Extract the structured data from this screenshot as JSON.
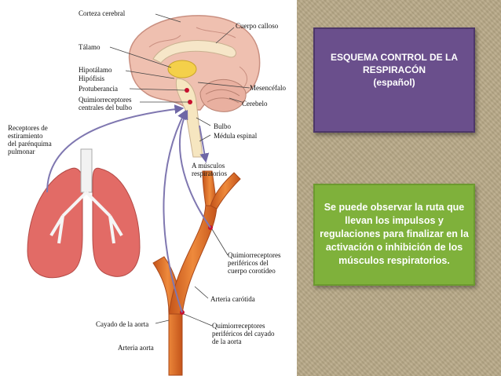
{
  "title_box": {
    "line1": "ESQUEMA CONTROL DE LA",
    "line2": "RESPIRACÓN",
    "line3": "(español)"
  },
  "description_box": {
    "text": "Se puede observar la ruta que llevan los impulsos y regulaciones para finalizar en la activación o inhibición de los músculos respiratorios."
  },
  "labels": {
    "corteza": "Corteza cerebral",
    "talamo": "Tálamo",
    "hipotalamo": "Hipotálamo",
    "hipofisis": "Hipófisis",
    "protuberancia": "Protuberancia",
    "quimio_bulbo": "Quimiorreceptores\ncentrales del bulbo",
    "receptores": "Receptores de\nestiramiento\ndel parénquima\npulmonar",
    "cuerpo_calloso": "Cuerpo calloso",
    "mesencefalo": "Mesencéfalo",
    "cerebelo": "Cerebelo",
    "bulbo": "Bulbo",
    "medula": "Médula espinal",
    "musculos": "A músculos\nrespiratorios",
    "quimio_carotideo": "Quimiorreceptores\nperiféricos del\ncuerpo corotídeo",
    "arteria_carotida": "Arteria carótida",
    "cayado": "Cayado de la aorta",
    "quimio_aorta": "Quimiorreceptores\nperiféricos del cayado\nde la aorta",
    "arteria_aorta": "Arteria aorta"
  },
  "colors": {
    "title_box": "#6a4f8c",
    "description_box": "#7fb13b",
    "background": "#b9aa88",
    "artery": "#d9661f",
    "lung": "#d95f5f",
    "brain": "#e8b2a3",
    "nerve_path": "#7f77b0"
  }
}
